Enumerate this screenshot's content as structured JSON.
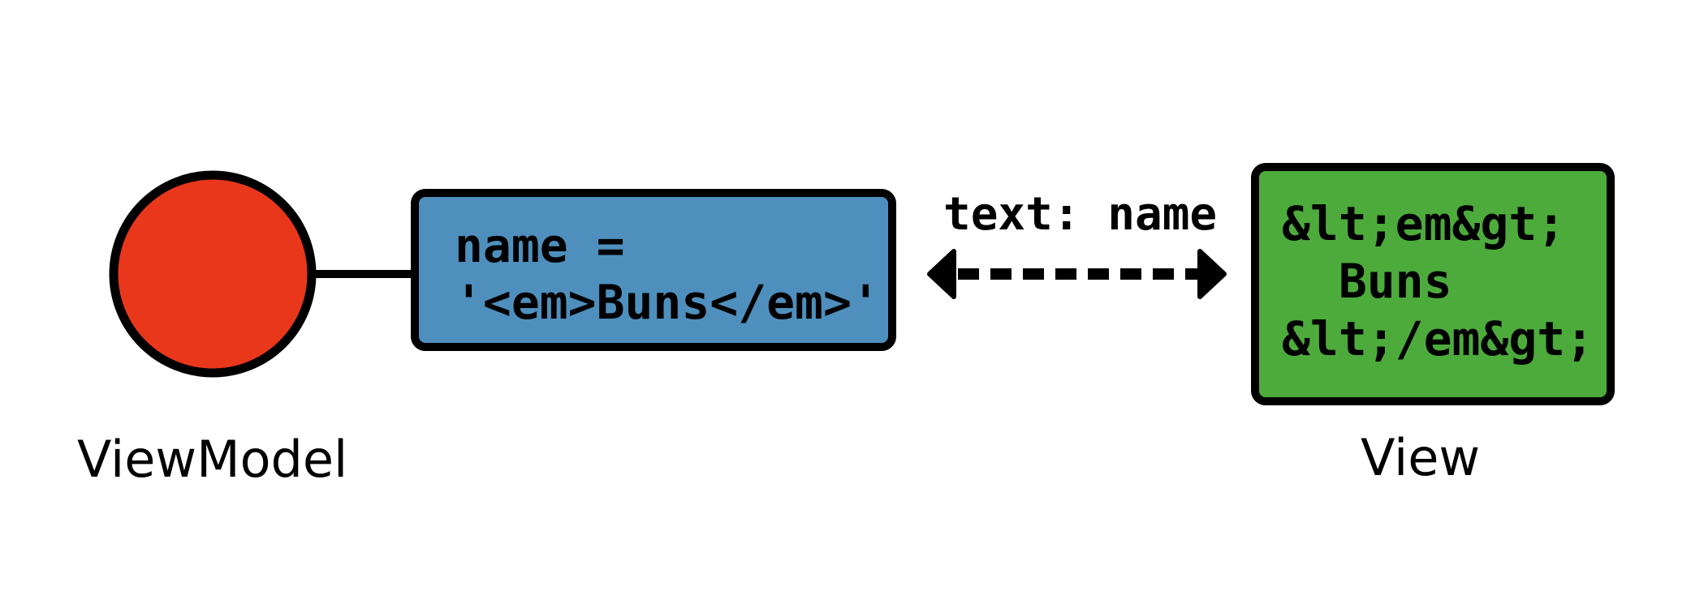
{
  "viewmodel": {
    "label": "ViewModel",
    "circle_color": "#e8371b",
    "box_color": "#4e8fbd",
    "code_lines": [
      "name =",
      "'<em>Buns</em>'"
    ]
  },
  "binding": {
    "label": "text: name"
  },
  "view": {
    "label": "View",
    "box_color": "#4dab3c",
    "code_lines": [
      "&lt;em&gt;",
      "  Buns",
      "&lt;/em&gt;"
    ]
  }
}
